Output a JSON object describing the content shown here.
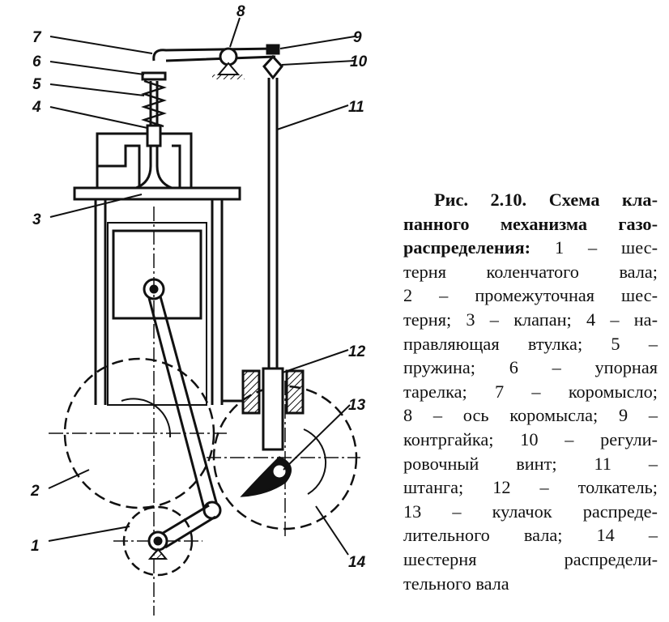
{
  "figure": {
    "labels": [
      "1",
      "2",
      "3",
      "4",
      "5",
      "6",
      "7",
      "8",
      "9",
      "10",
      "11",
      "12",
      "13",
      "14"
    ]
  },
  "caption": {
    "lines": [
      {
        "bold": "Рис. 2.10. Схема кла-",
        "text": ""
      },
      {
        "bold": "панного механизма газо-",
        "text": ""
      },
      {
        "bold": "распределения:",
        "text": " 1 – шес-"
      },
      {
        "bold": "",
        "text": "терня коленчатого вала;"
      },
      {
        "bold": "",
        "text": "2 – промежуточная шес-"
      },
      {
        "bold": "",
        "text": "терня; 3 – клапан; 4 – на-"
      },
      {
        "bold": "",
        "text": "правляющая втулка; 5 –"
      },
      {
        "bold": "",
        "text": "пружина; 6 – упорная"
      },
      {
        "bold": "",
        "text": "тарелка; 7 – коромысло;"
      },
      {
        "bold": "",
        "text": "8 – ось коромысла; 9 –"
      },
      {
        "bold": "",
        "text": "контргайка; 10 – регули-"
      },
      {
        "bold": "",
        "text": "ровочный винт; 11 –"
      },
      {
        "bold": "",
        "text": "штанга; 12 – толкатель;"
      },
      {
        "bold": "",
        "text": "13 – кулачок распреде-"
      },
      {
        "bold": "",
        "text": "лительного вала; 14 –"
      },
      {
        "bold": "",
        "text": "шестерня распредели-"
      },
      {
        "bold": "",
        "text": "тельного вала"
      }
    ]
  }
}
